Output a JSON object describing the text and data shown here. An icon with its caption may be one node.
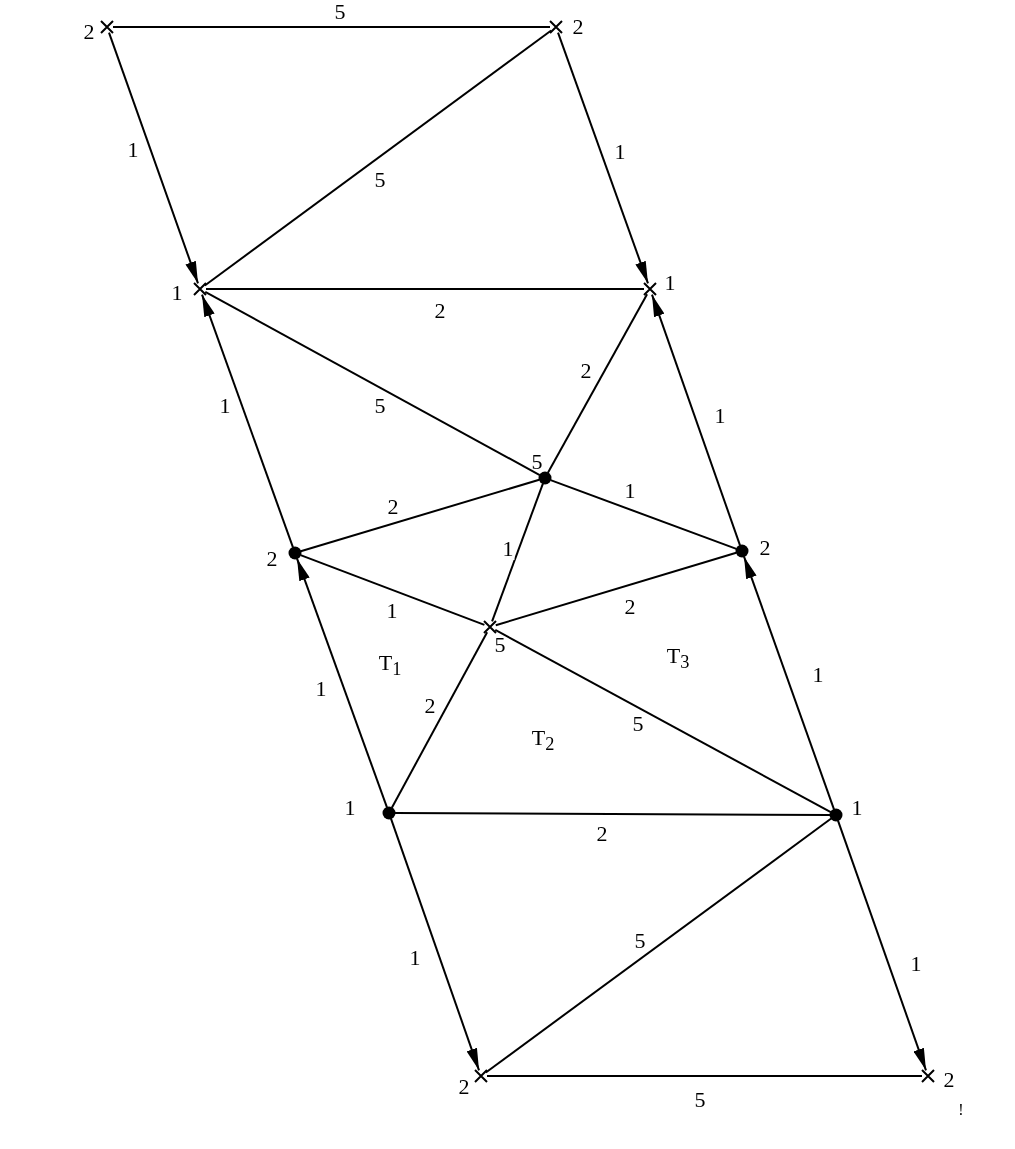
{
  "diagram": {
    "nodes": [
      {
        "text": [],
        "shape": "cross",
        "beside": [
          "2"
        ]
      },
      {
        "text": [],
        "shape": "cross",
        "beside": [
          "2"
        ]
      },
      {
        "text": [],
        "shape": "cross",
        "beside": [
          "1"
        ]
      },
      {
        "text": [],
        "shape": "cross",
        "beside": [
          "1"
        ]
      },
      {
        "text": [],
        "shape": "circle",
        "beside": [
          "5"
        ]
      },
      {
        "text": [],
        "shape": "circle",
        "beside": [
          "2"
        ]
      },
      {
        "text": [],
        "shape": "circle",
        "beside": [
          "2"
        ]
      },
      {
        "text": [],
        "shape": "cross",
        "beside": [
          "5"
        ]
      },
      {
        "text": [],
        "shape": "circle",
        "beside": [
          "1"
        ]
      },
      {
        "text": [],
        "shape": "circle",
        "beside": [
          "1"
        ]
      },
      {
        "text": [],
        "shape": "cross",
        "beside": [
          "2"
        ]
      },
      {
        "text": [],
        "shape": "cross",
        "beside": [
          "2"
        ]
      }
    ],
    "edges": [
      {
        "from": 0,
        "to": 1,
        "arrow": "none",
        "label": "5"
      },
      {
        "from": 0,
        "to": 2,
        "arrow": "to",
        "label": "1"
      },
      {
        "from": 1,
        "to": 2,
        "arrow": "none",
        "label": "5"
      },
      {
        "from": 1,
        "to": 3,
        "arrow": "to",
        "label": "1"
      },
      {
        "from": 2,
        "to": 3,
        "arrow": "none",
        "label": "2"
      },
      {
        "from": 5,
        "to": 2,
        "arrow": "to",
        "label": "1"
      },
      {
        "from": 2,
        "to": 4,
        "arrow": "none",
        "label": "5"
      },
      {
        "from": 4,
        "to": 3,
        "arrow": "none",
        "label": "2"
      },
      {
        "from": 6,
        "to": 3,
        "arrow": "to",
        "label": "1"
      },
      {
        "from": 5,
        "to": 4,
        "arrow": "none",
        "label": "2"
      },
      {
        "from": 4,
        "to": 6,
        "arrow": "none",
        "label": "1"
      },
      {
        "from": 4,
        "to": 7,
        "arrow": "none",
        "label": "1"
      },
      {
        "from": 5,
        "to": 7,
        "arrow": "none",
        "label": "1"
      },
      {
        "from": 7,
        "to": 6,
        "arrow": "none",
        "label": "2"
      },
      {
        "from": 8,
        "to": 5,
        "arrow": "to",
        "label": "1"
      },
      {
        "from": 8,
        "to": 7,
        "arrow": "none",
        "label": "2"
      },
      {
        "from": 7,
        "to": 9,
        "arrow": "none",
        "label": "5"
      },
      {
        "from": 9,
        "to": 6,
        "arrow": "to",
        "label": "1"
      },
      {
        "from": 8,
        "to": 9,
        "arrow": "none",
        "label": "2"
      },
      {
        "from": 8,
        "to": 10,
        "arrow": "to",
        "label": "1"
      },
      {
        "from": 9,
        "to": 10,
        "arrow": "none",
        "label": "5"
      },
      {
        "from": 9,
        "to": 11,
        "arrow": "to",
        "label": "1"
      },
      {
        "from": 10,
        "to": 11,
        "arrow": "none",
        "label": "5"
      }
    ],
    "labels": [
      "T$_{1}$",
      "T$_{3}$",
      "T$_{2}$",
      "!"
    ]
  }
}
